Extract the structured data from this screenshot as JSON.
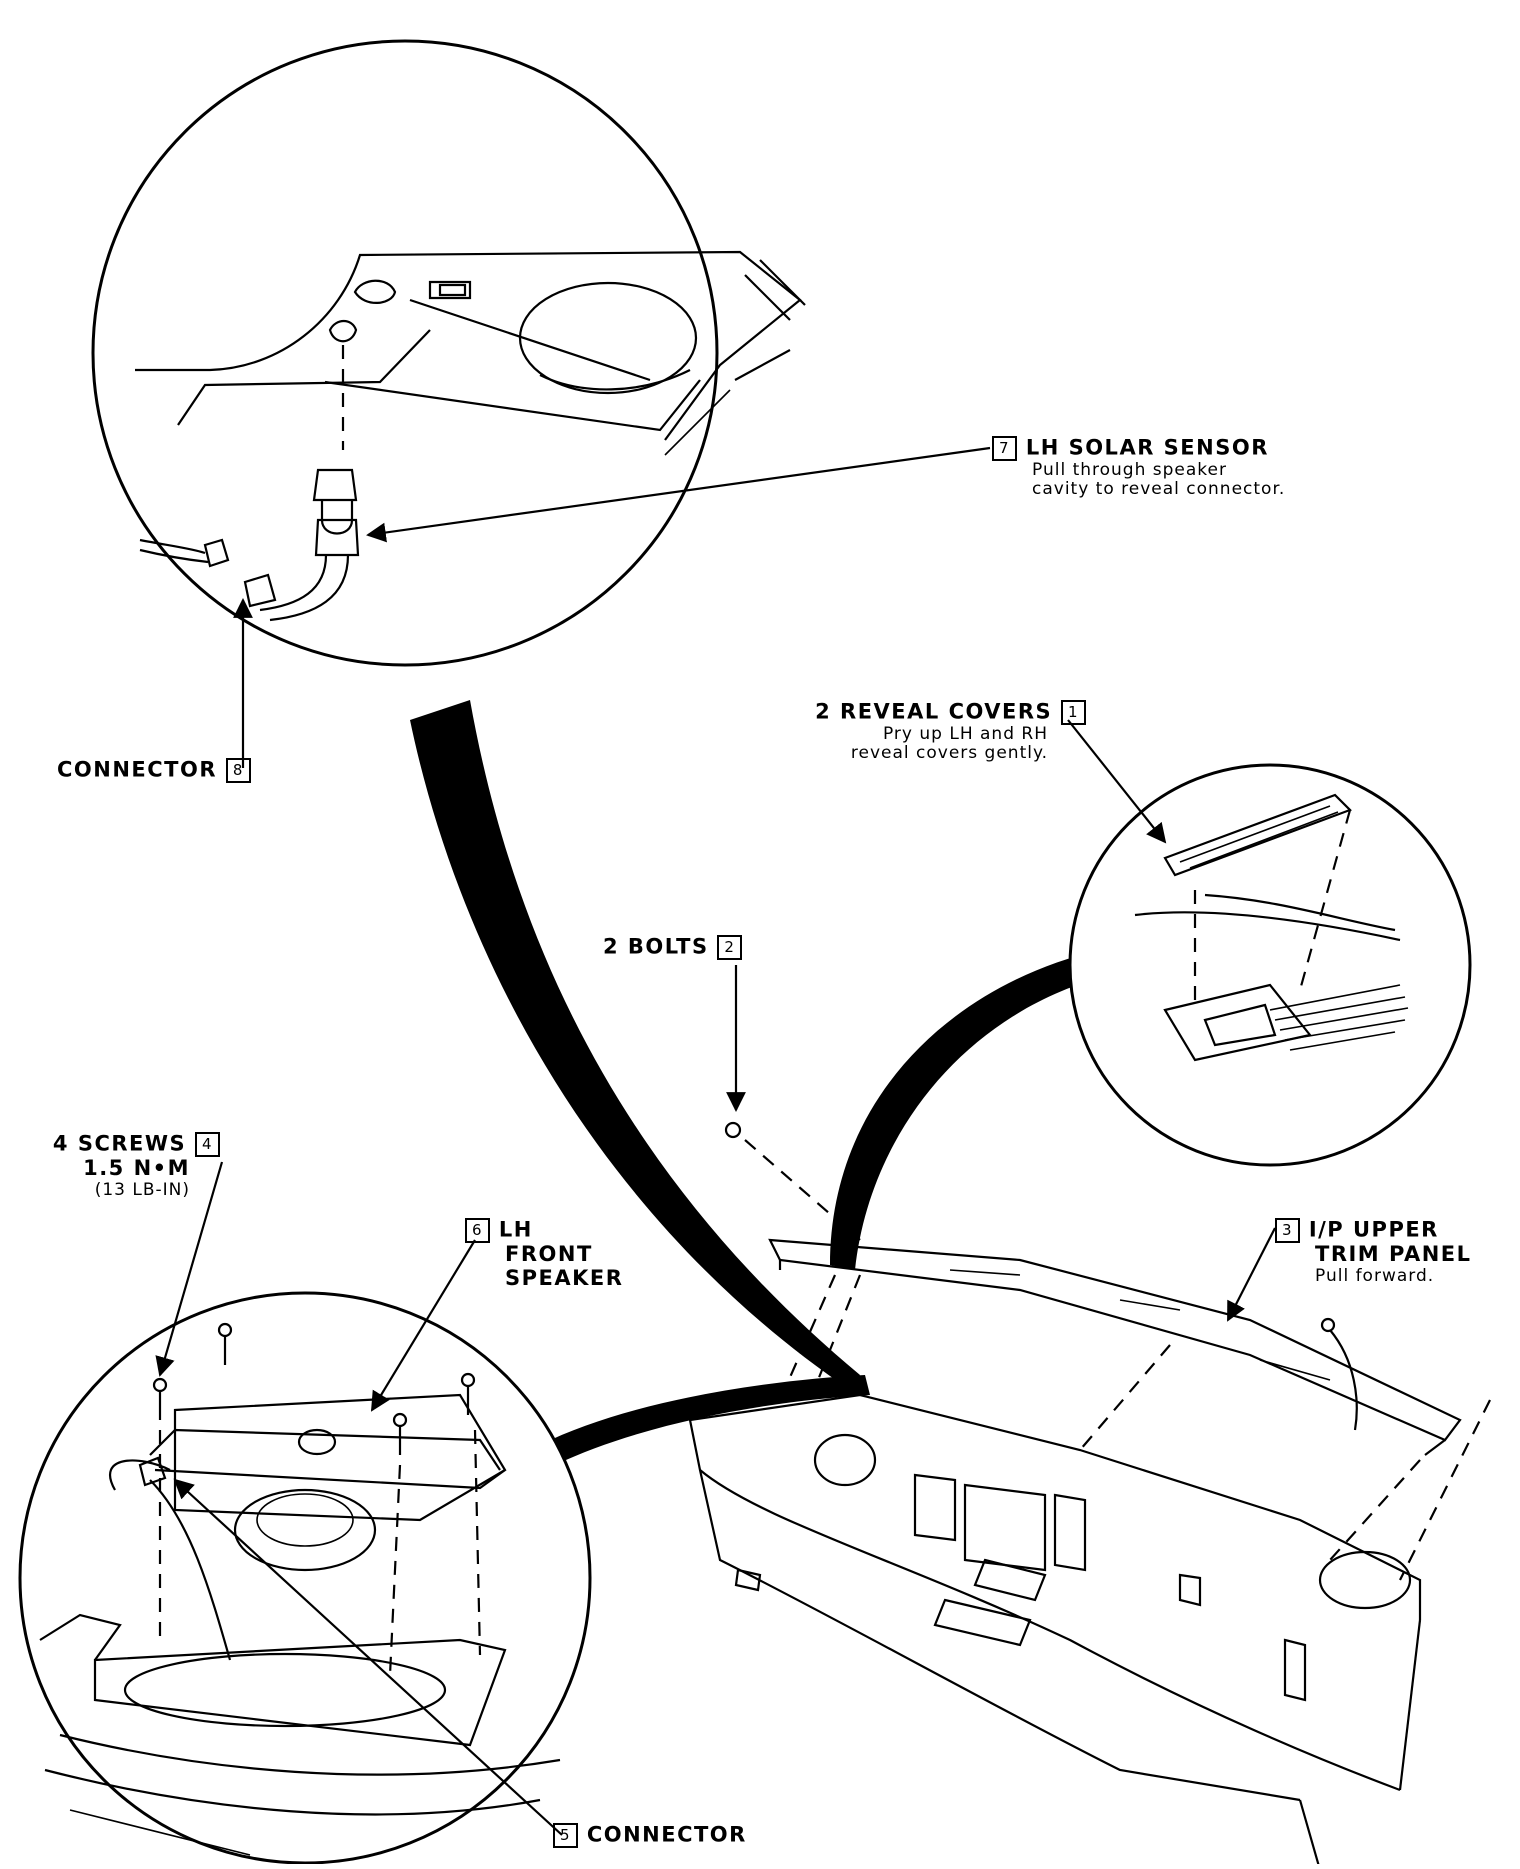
{
  "callouts": {
    "c1": {
      "num": "1",
      "title": "2 REVEAL COVERS",
      "note1": "Pry up LH and RH",
      "note2": "reveal covers gently."
    },
    "c2": {
      "num": "2",
      "title": "2 BOLTS"
    },
    "c3": {
      "num": "3",
      "line1": "I/P UPPER",
      "line2": "TRIM PANEL",
      "note": "Pull  forward."
    },
    "c4": {
      "num": "4",
      "title": "4 SCREWS",
      "line2": "1.5 N•M",
      "line3": "(13 LB-IN)"
    },
    "c5": {
      "num": "5",
      "title": "CONNECTOR"
    },
    "c6": {
      "num": "6",
      "line1": "LH",
      "line2": "FRONT",
      "line3": "SPEAKER"
    },
    "c7": {
      "num": "7",
      "title": "LH SOLAR SENSOR",
      "note1": "Pull through speaker",
      "note2": "cavity to reveal connector."
    },
    "c8": {
      "num": "8",
      "title": "CONNECTOR"
    }
  }
}
